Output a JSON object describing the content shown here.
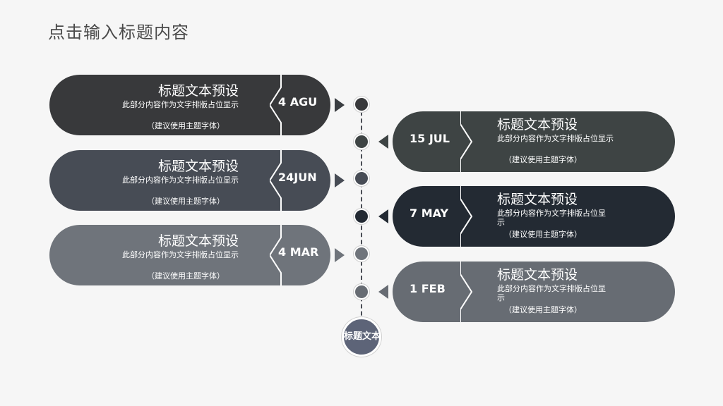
{
  "title": "点击输入标题内容",
  "colors": {
    "pill_1": "#38393b",
    "pill_2": "#474c55",
    "pill_3": "#6f747b",
    "pill_4": "#3e4444",
    "pill_5": "#232a33",
    "pill_6": "#676c73",
    "end_circle": "#5d6478"
  },
  "left_items": [
    {
      "title": "标题文本预设",
      "desc": "此部分内容作为文字排版占位显示",
      "note": "（建议使用主题字体）",
      "date": "4 AGU"
    },
    {
      "title": "标题文本预设",
      "desc": "此部分内容作为文字排版占位显示",
      "note": "（建议使用主题字体）",
      "date": "24JUN"
    },
    {
      "title": "标题文本预设",
      "desc": "此部分内容作为文字排版占位显示",
      "note": "（建议使用主题字体）",
      "date": "4 MAR"
    }
  ],
  "right_items": [
    {
      "title": "标题文本预设",
      "desc": "此部分内容作为文字排版占位显示",
      "note": "（建议使用主题字体）",
      "date": "15 JUL"
    },
    {
      "title": "标题文本预设",
      "desc": "此部分内容作为文字排版占位显示",
      "note": "（建议使用主题字体）",
      "date": "7 MAY"
    },
    {
      "title": "标题文本预设",
      "desc": "此部分内容作为文字排版占位显示",
      "note": "（建议使用主题字体）",
      "date": "1 FEB"
    }
  ],
  "end_label": "标题文本"
}
